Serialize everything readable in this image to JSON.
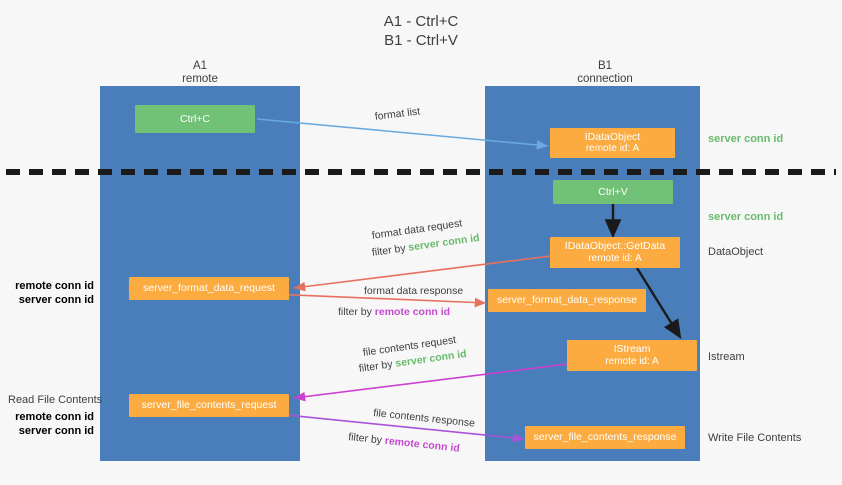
{
  "title": {
    "line1": "A1 - Ctrl+C",
    "line2": "B1 - Ctrl+V"
  },
  "colors": {
    "lane": "#4a7ebb",
    "node_orange": "#fbab3f",
    "node_green": "#71c177",
    "server_conn": "#68bb6c",
    "remote_conn": "#c44ad0",
    "arrow_blue": "#6aa9e0",
    "arrow_red": "#e8705f",
    "arrow_magenta": "#cc3fcf",
    "arrow_purple": "#a852d6",
    "arrow_black": "#1a1a1a",
    "divider": "#1a1a1a"
  },
  "lanes": [
    {
      "name": "A1",
      "subtitle": "remote"
    },
    {
      "name": "B1",
      "subtitle": "connection"
    }
  ],
  "nodes": {
    "ctrl_c": {
      "line1": "Ctrl+C",
      "line2": ""
    },
    "idataobject": {
      "line1": "IDataObject",
      "line2": "remote id: A"
    },
    "ctrl_v": {
      "line1": "Ctrl+V",
      "line2": ""
    },
    "getdata": {
      "line1": "IDataObject::GetData",
      "line2": "remote id: A"
    },
    "server_format_data_request": {
      "line1": "server_format_data_request",
      "line2": ""
    },
    "server_format_data_response": {
      "line1": "server_format_data_response",
      "line2": ""
    },
    "istream": {
      "line1": "IStream",
      "line2": "remote id: A"
    },
    "server_file_contents_request": {
      "line1": "server_file_contents_request",
      "line2": ""
    },
    "server_file_contents_response": {
      "line1": "server_file_contents_response",
      "line2": ""
    }
  },
  "edges": {
    "format_list": {
      "label": "format list"
    },
    "format_data_request": {
      "label": "format data request",
      "filter_prefix": "filter by ",
      "filter_key": "server conn id"
    },
    "format_data_response": {
      "label": "format data response",
      "filter_prefix": "filter by ",
      "filter_key": "remote conn id"
    },
    "file_contents_request": {
      "label": "file contents request",
      "filter_prefix": "filter by ",
      "filter_key": "server conn id"
    },
    "file_contents_response": {
      "label": "file contents response",
      "filter_prefix": "filter by ",
      "filter_key": "remote conn id"
    }
  },
  "right_labels": {
    "server_conn_top": "server conn id",
    "server_conn_mid": "server conn id",
    "dataobject": "DataObject",
    "istream": "Istream",
    "write_file_contents": "Write File Contents"
  },
  "left_labels": {
    "mid_remote": "remote conn id",
    "mid_server": "server conn id",
    "read_file_contents": "Read File Contents",
    "bottom_remote": "remote conn id",
    "bottom_server": "server conn id"
  }
}
